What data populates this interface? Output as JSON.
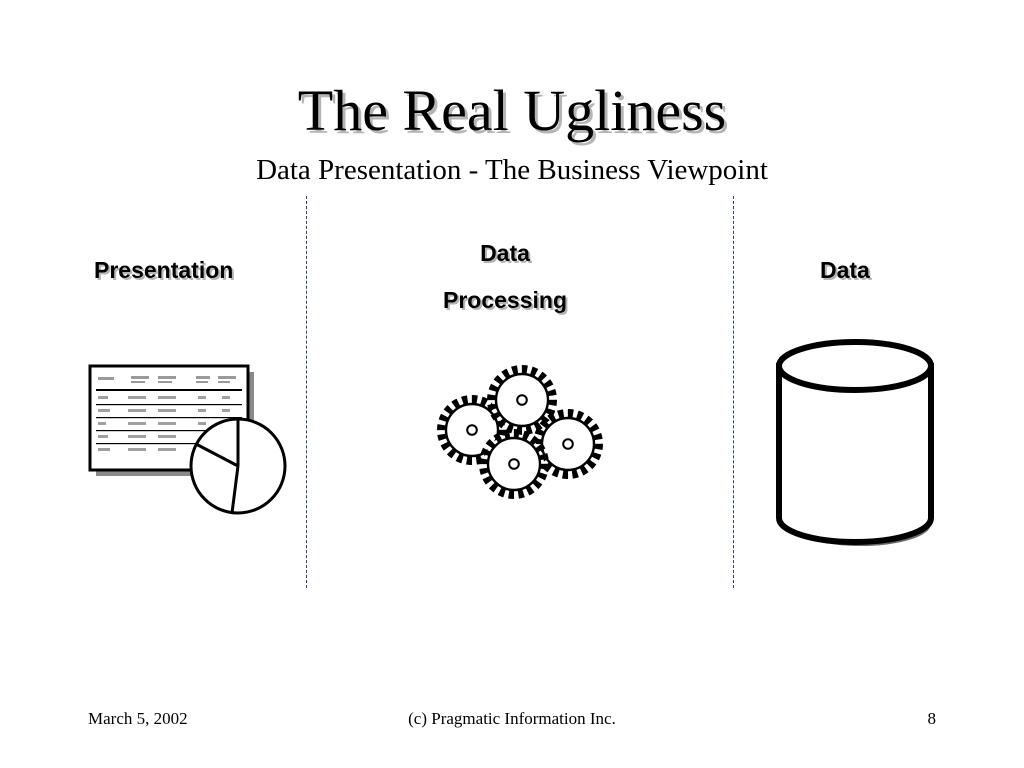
{
  "slide": {
    "title": "The Real Ugliness",
    "subtitle": "Data Presentation - The Business Viewpoint"
  },
  "columns": {
    "presentation": {
      "label": "Presentation",
      "icon": "report-with-pie-chart-icon"
    },
    "processing": {
      "label_line1": "Data",
      "label_line2": "Processing",
      "icon": "gears-icon"
    },
    "data": {
      "label": "Data",
      "icon": "database-cylinder-icon"
    }
  },
  "footer": {
    "date": "March 5, 2002",
    "copyright": "(c) Pragmatic Information Inc.",
    "page_number": "8"
  },
  "colors": {
    "divider": "#2b3a8c",
    "text": "#000000",
    "shadow": "#b5b5b5"
  }
}
